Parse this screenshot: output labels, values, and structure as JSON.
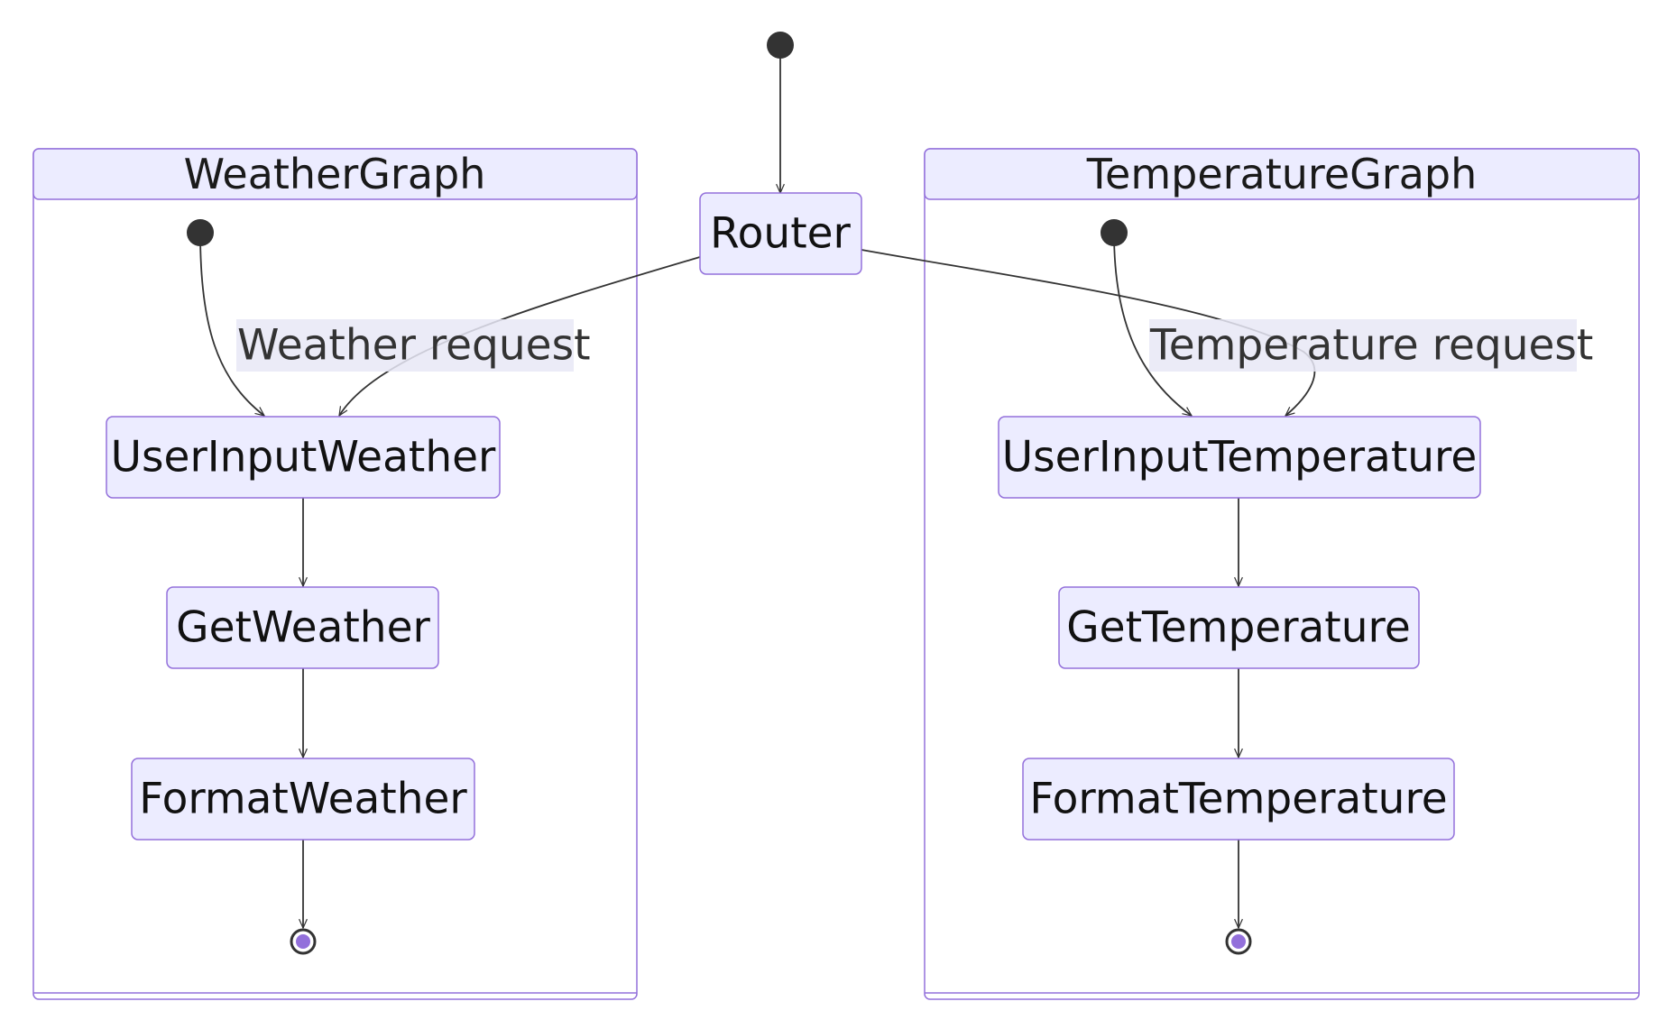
{
  "diagram": {
    "clusters": {
      "weather": {
        "title": "WeatherGraph"
      },
      "temperature": {
        "title": "TemperatureGraph"
      }
    },
    "states": {
      "router": "Router",
      "user_input_weather": "UserInputWeather",
      "get_weather": "GetWeather",
      "format_weather": "FormatWeather",
      "user_input_temperature": "UserInputTemperature",
      "get_temperature": "GetTemperature",
      "format_temperature": "FormatTemperature"
    },
    "edge_labels": {
      "weather_request": "Weather request",
      "temperature_request": "Temperature request"
    },
    "colors": {
      "node_fill": "#ECECFF",
      "node_stroke": "#9370DB",
      "edge": "#333333",
      "end_state": "#9370DB"
    }
  }
}
